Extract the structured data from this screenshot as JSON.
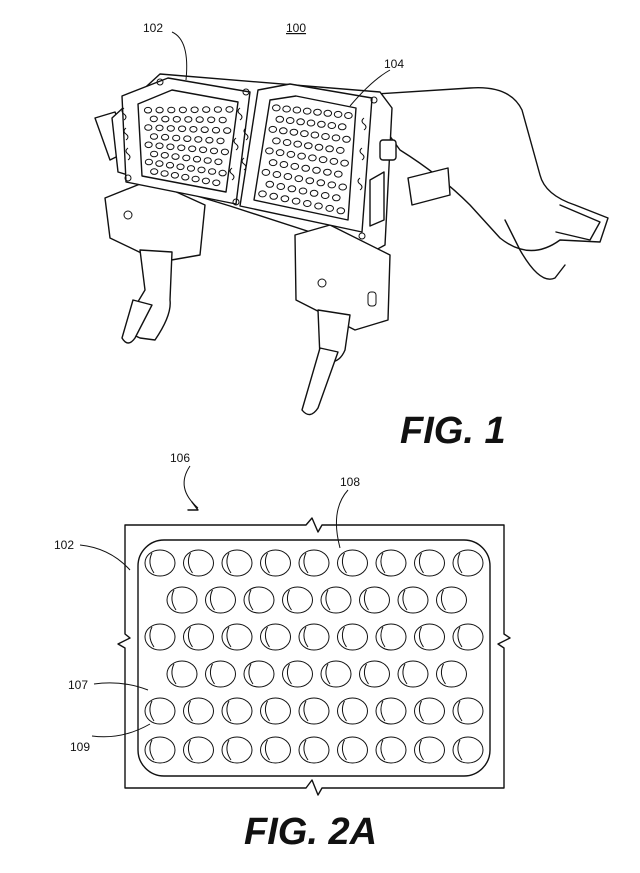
{
  "figure1": {
    "caption": "FIG. 1",
    "labels": {
      "assembly": "100",
      "left_panel": "102",
      "right_panel": "104"
    }
  },
  "figure2a": {
    "caption": "FIG. 2A",
    "labels": {
      "view": "106",
      "hole": "108",
      "panel": "102",
      "surface": "107",
      "edge": "109"
    }
  }
}
